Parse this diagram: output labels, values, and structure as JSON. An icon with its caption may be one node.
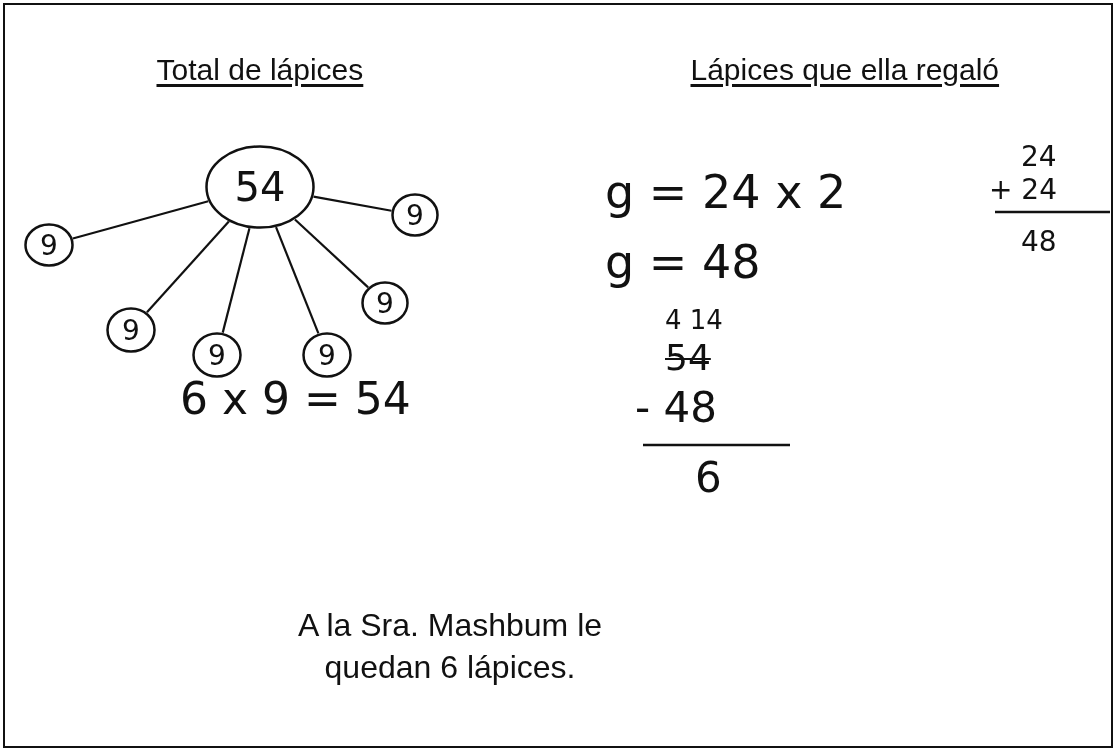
{
  "diagram": {
    "nodes": [
      {
        "text": [
          "54"
        ]
      },
      {
        "text": [
          "9"
        ]
      },
      {
        "text": [
          "9"
        ]
      },
      {
        "text": [
          "9"
        ]
      },
      {
        "text": [
          "9"
        ]
      },
      {
        "text": [
          "9"
        ]
      },
      {
        "text": [
          "9"
        ]
      }
    ],
    "edges": [
      {
        "from": 0,
        "to": 1,
        "arrow": "none"
      },
      {
        "from": 0,
        "to": 2,
        "arrow": "none"
      },
      {
        "from": 0,
        "to": 3,
        "arrow": "none"
      },
      {
        "from": 0,
        "to": 4,
        "arrow": "none"
      },
      {
        "from": 0,
        "to": 5,
        "arrow": "none"
      },
      {
        "from": 0,
        "to": 6,
        "arrow": "none"
      }
    ],
    "labels": [
      "Total de lápices",
      "Lápices que ella regaló",
      "g = 24 x 2",
      "24",
      "+ 24",
      "g = 48",
      "48",
      "4 14",
      "54",
      "6 x 9 = 54",
      "- 48",
      "6",
      "A la Sra. Mashbum le quedan 6 lápices."
    ]
  }
}
